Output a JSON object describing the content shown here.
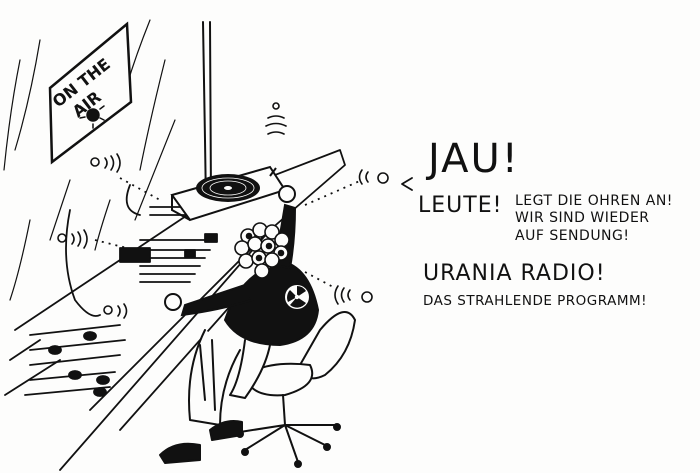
{
  "sign": {
    "line1": "ON THE",
    "line2": "AIR"
  },
  "speech": {
    "exclaim": "JAU!",
    "greeting": "LEUTE!",
    "line1": "LEGT DIE OHREN AN!",
    "line2": "WIR SIND WIEDER",
    "line3": "AUF SENDUNG!"
  },
  "station": {
    "name": "URANIA RADIO!",
    "slogan": "DAS STRAHLENDE PROGRAMM!"
  },
  "colors": {
    "ink": "#111111",
    "paper": "#fdfdfc"
  }
}
